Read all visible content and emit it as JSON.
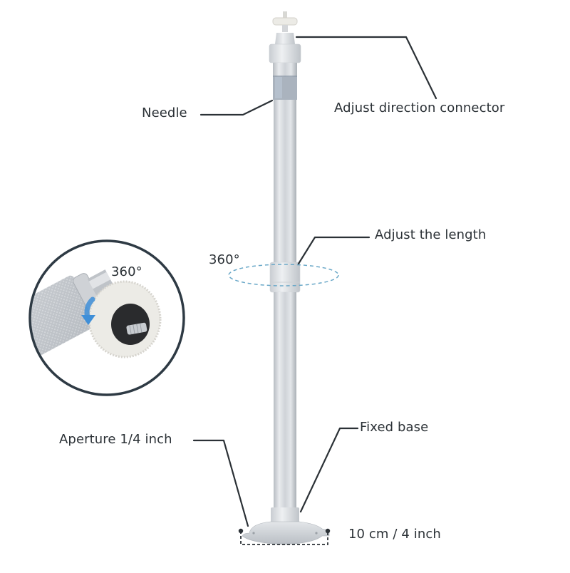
{
  "product": "Telescopic mounting pole",
  "colors": {
    "background": "#ffffff",
    "text": "#2b3136",
    "leader_line": "#2b3136",
    "aluminum_light": "#e4e6e9",
    "aluminum_mid": "#c5c9ce",
    "aluminum_dark": "#a9aeb4",
    "cap_white": "#ecebe6",
    "rotation_dash": "#6aa8c8",
    "arrow_blue": "#3f8fd8",
    "inset_ring": "#2e3a44"
  },
  "callouts": {
    "needle": {
      "label": "Needle"
    },
    "connector": {
      "label": "Adjust direction connector"
    },
    "length": {
      "label": "Adjust the length"
    },
    "rotation": {
      "label": "360°"
    },
    "aperture": {
      "label": "Aperture 1/4 inch"
    },
    "base": {
      "label": "Fixed base"
    },
    "dimension": {
      "label": "10 cm / 4 inch"
    }
  },
  "inset": {
    "label": "360°",
    "icon": "rotation-arrow-icon"
  }
}
